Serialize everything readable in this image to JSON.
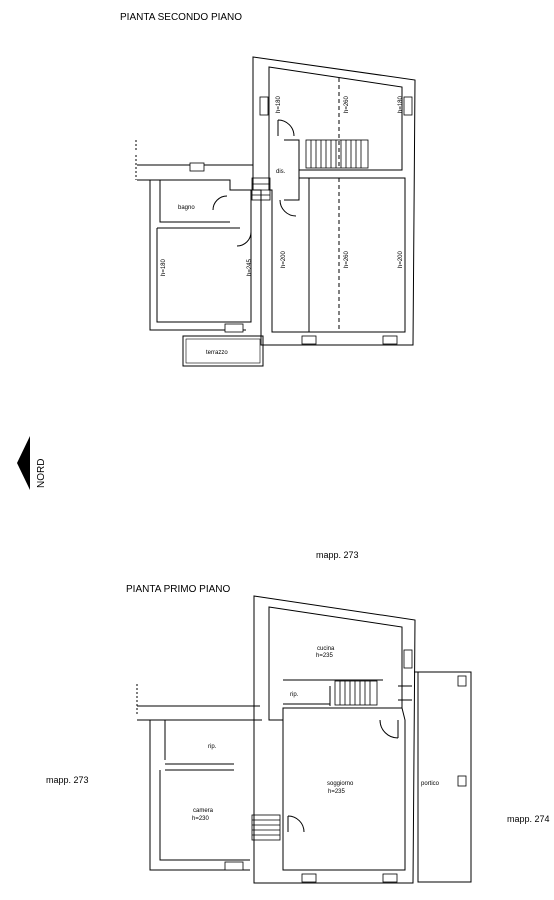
{
  "upper_floor": {
    "title": "PIANTA SECONDO PIANO",
    "rooms": {
      "bagno": "bagno",
      "dis": "dis.",
      "terrazzo": "terrazzo"
    },
    "heights": {
      "h_top_left": "h=180",
      "h_top_center": "h=260",
      "h_top_right": "h=180",
      "h_room_left": "h=180",
      "h_room_mid": "h=245",
      "h_main_left": "h=200",
      "h_main_center": "h=260",
      "h_main_right": "h=200"
    }
  },
  "lower_floor": {
    "title": "PIANTA PRIMO PIANO",
    "rooms": {
      "cucina": "cucina",
      "cucina_h": "h=235",
      "rip_kitchen": "rip.",
      "rip_left": "rip.",
      "camera": "camera",
      "camera_h": "h=230",
      "soggiorno": "soggiorno",
      "soggiorno_h": "h=235",
      "portico": "portico"
    }
  },
  "north_label": "NORD",
  "parcels": {
    "top": "mapp. 273",
    "left": "mapp. 273",
    "right": "mapp. 274"
  }
}
